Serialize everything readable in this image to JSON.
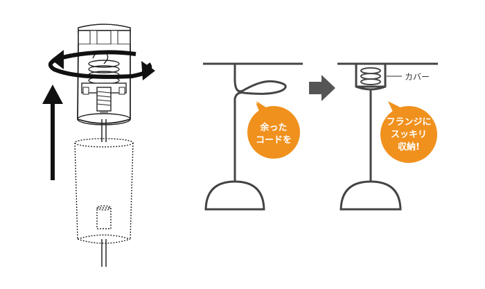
{
  "labels": {
    "cover": "カバー"
  },
  "bubbles": {
    "left": {
      "line1": "余った",
      "line2": "コードを"
    },
    "right": {
      "line1": "フランジに",
      "line2": "スッキリ",
      "line3": "収納!"
    }
  },
  "colors": {
    "accent": "#F0911E",
    "line": "#444444",
    "arrow": "#555555",
    "dark": "#111111"
  }
}
